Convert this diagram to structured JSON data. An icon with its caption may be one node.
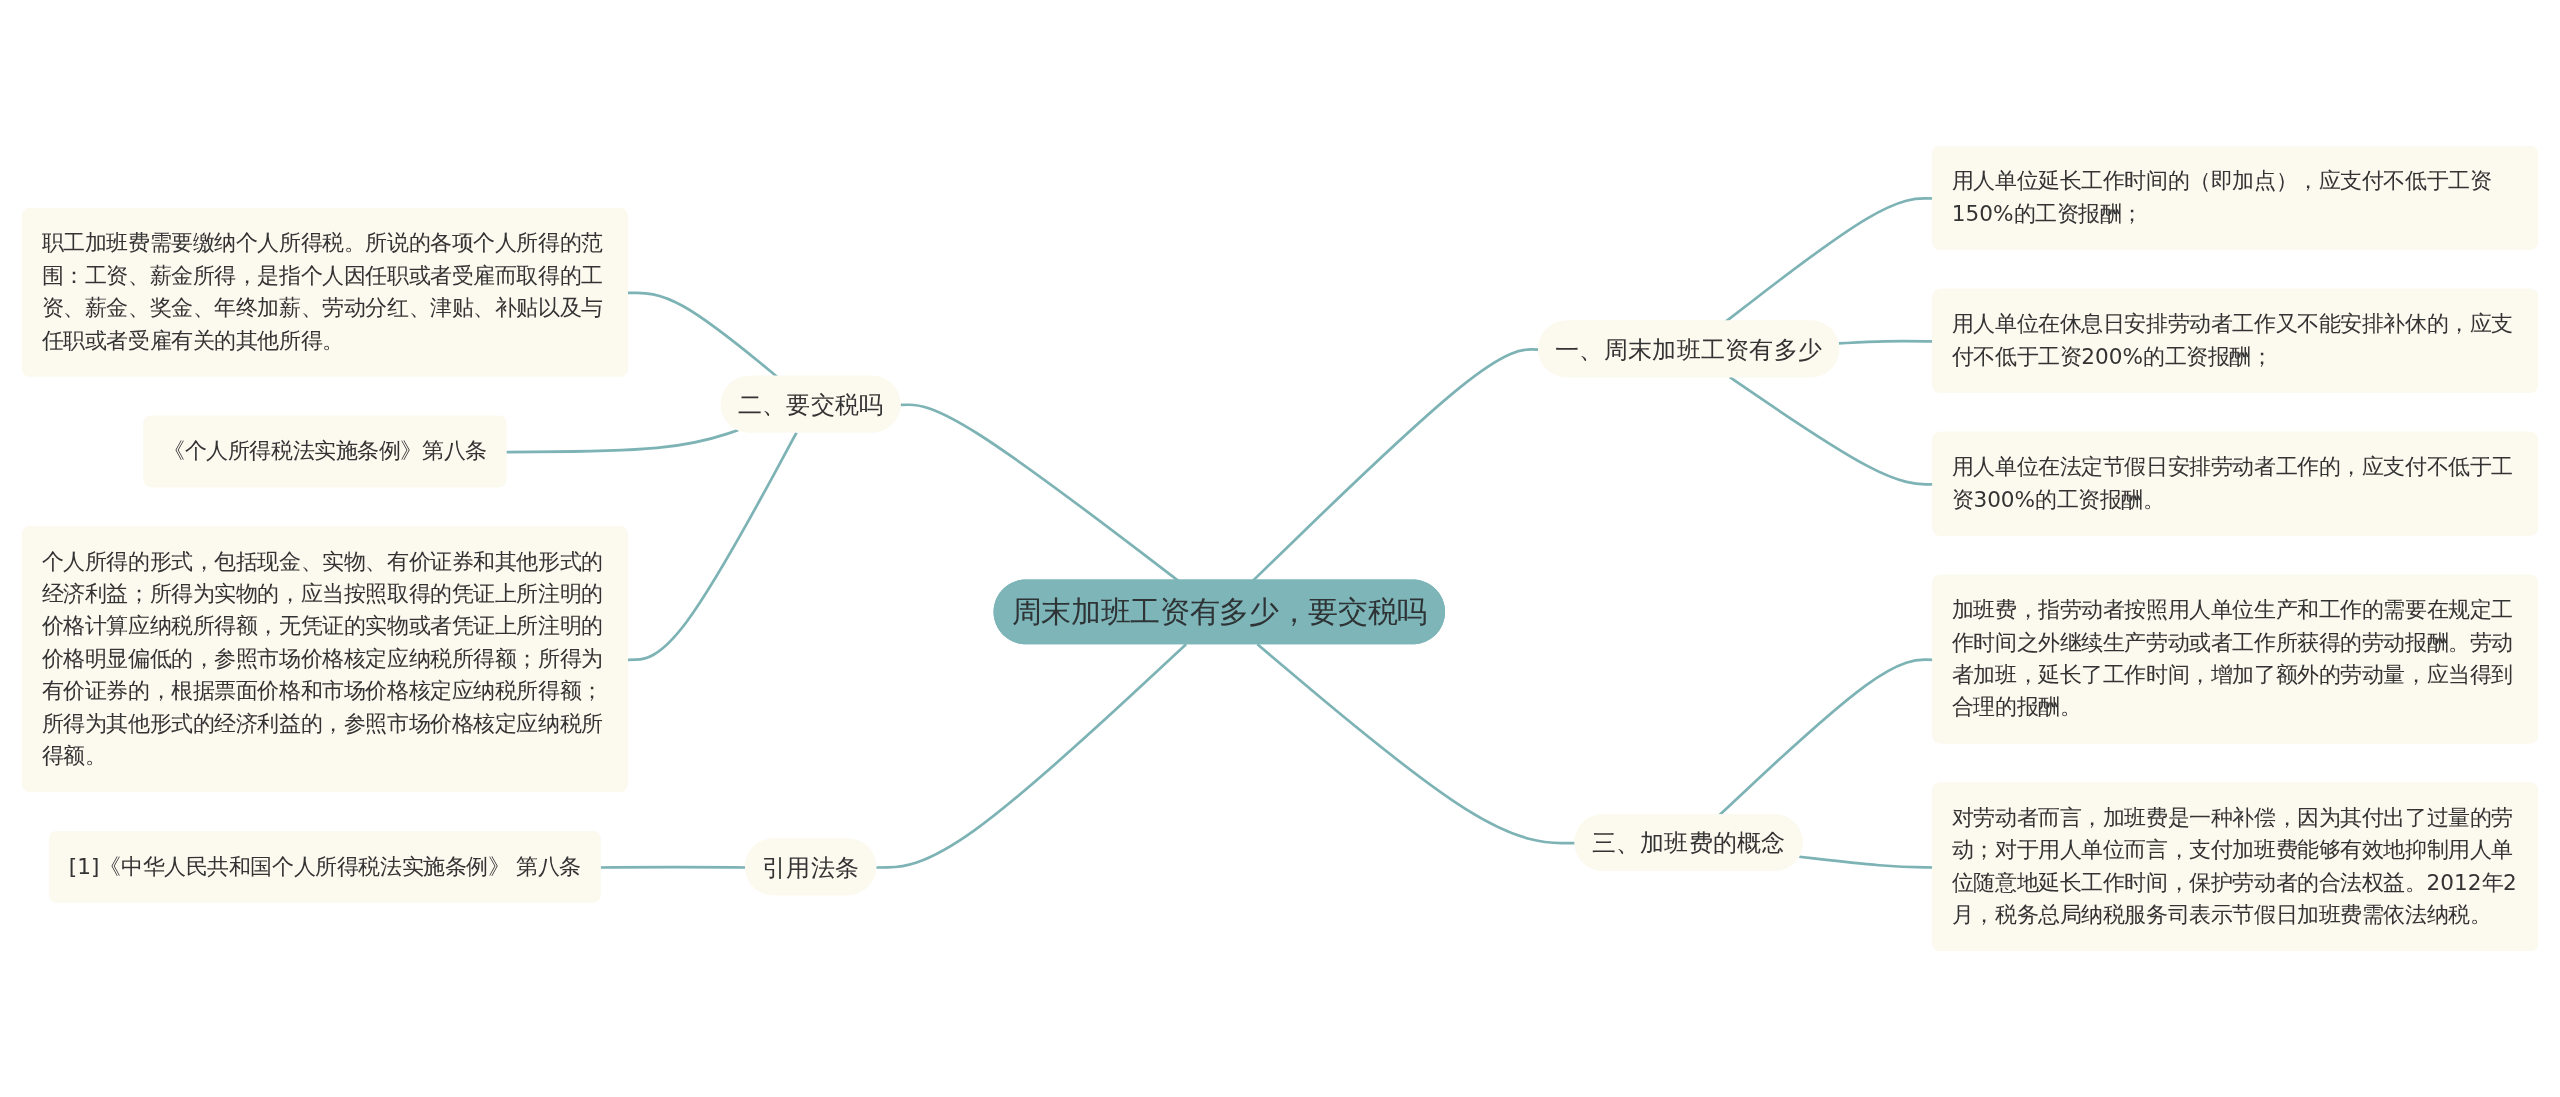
{
  "diagram": {
    "nodes": [
      {
        "text": [
          "周末加班工资有多少，要交税吗"
        ]
      },
      {
        "text": [
          "一、周末加班工资有多少"
        ]
      },
      {
        "text": [
          "用人单位延长工作时间的（即加点），应支付不低于工资150%的工资报酬；"
        ]
      },
      {
        "text": [
          "用人单位在休息日安排劳动者工作又不能安排补休的，应支付不低于工资200%的工资报酬；"
        ]
      },
      {
        "text": [
          "用人单位在法定节假日安排劳动者工作的，应支付不低于工资300%的工资报酬。"
        ]
      },
      {
        "text": [
          "二、要交税吗"
        ]
      },
      {
        "text": [
          "职工加班费需要缴纳个人所得税。所说的各项个人所得的范围：工资、薪金所得，是指个人因任职或者受雇而取得的工资、薪金、奖金、年终加薪、劳动分红、津贴、补贴以及与任职或者受雇有关的其他所得。"
        ]
      },
      {
        "text": [
          "《个人所得税法实施条例》第八条"
        ]
      },
      {
        "text": [
          "个人所得的形式，包括现金、实物、有价证券和其他形式的经济利益；所得为实物的，应当按照取得的凭证上所注明的价格计算应纳税所得额，无凭证的实物或者凭证上所注明的价格明显偏低的，参照市场价格核定应纳税所得额；所得为有价证券的，根据票面价格和市场价格核定应纳税所得额；所得为其他形式的经济利益的，参照市场价格核定应纳税所得额。"
        ]
      },
      {
        "text": [
          "三、加班费的概念"
        ]
      },
      {
        "text": [
          "加班费，指劳动者按照用人单位生产和工作的需要在规定工作时间之外继续生产劳动或者工作所获得的劳动报酬。劳动者加班，延长了工作时间，增加了额外的劳动量，应当得到合理的报酬。"
        ]
      },
      {
        "text": [
          "对劳动者而言，加班费是一种补偿，因为其付出了过量的劳动；对于用人单位而言，支付加班费能够有效地抑制用人单位随意地延长工作时间，保护劳动者的合法权益。2012年2月，税务总局纳税服务司表示节假日加班费需依法纳税。"
        ]
      },
      {
        "text": [
          "引用法条"
        ]
      },
      {
        "text": [
          "[1]《中华人民共和国个人所得税法实施条例》 第八条"
        ]
      }
    ],
    "edges": [
      {
        "from": 0,
        "to": 1,
        "arrow": "none"
      },
      {
        "from": 1,
        "to": 2,
        "arrow": "none"
      },
      {
        "from": 1,
        "to": 3,
        "arrow": "none"
      },
      {
        "from": 1,
        "to": 4,
        "arrow": "none"
      },
      {
        "from": 5,
        "to": 0,
        "arrow": "none"
      },
      {
        "from": 6,
        "to": 5,
        "arrow": "none"
      },
      {
        "from": 7,
        "to": 5,
        "arrow": "none"
      },
      {
        "from": 8,
        "to": 5,
        "arrow": "none"
      },
      {
        "from": 0,
        "to": 9,
        "arrow": "none"
      },
      {
        "from": 9,
        "to": 10,
        "arrow": "none"
      },
      {
        "from": 9,
        "to": 11,
        "arrow": "none"
      },
      {
        "from": 12,
        "to": 0,
        "arrow": "none"
      },
      {
        "from": 13,
        "to": 12,
        "arrow": "none"
      }
    ]
  }
}
